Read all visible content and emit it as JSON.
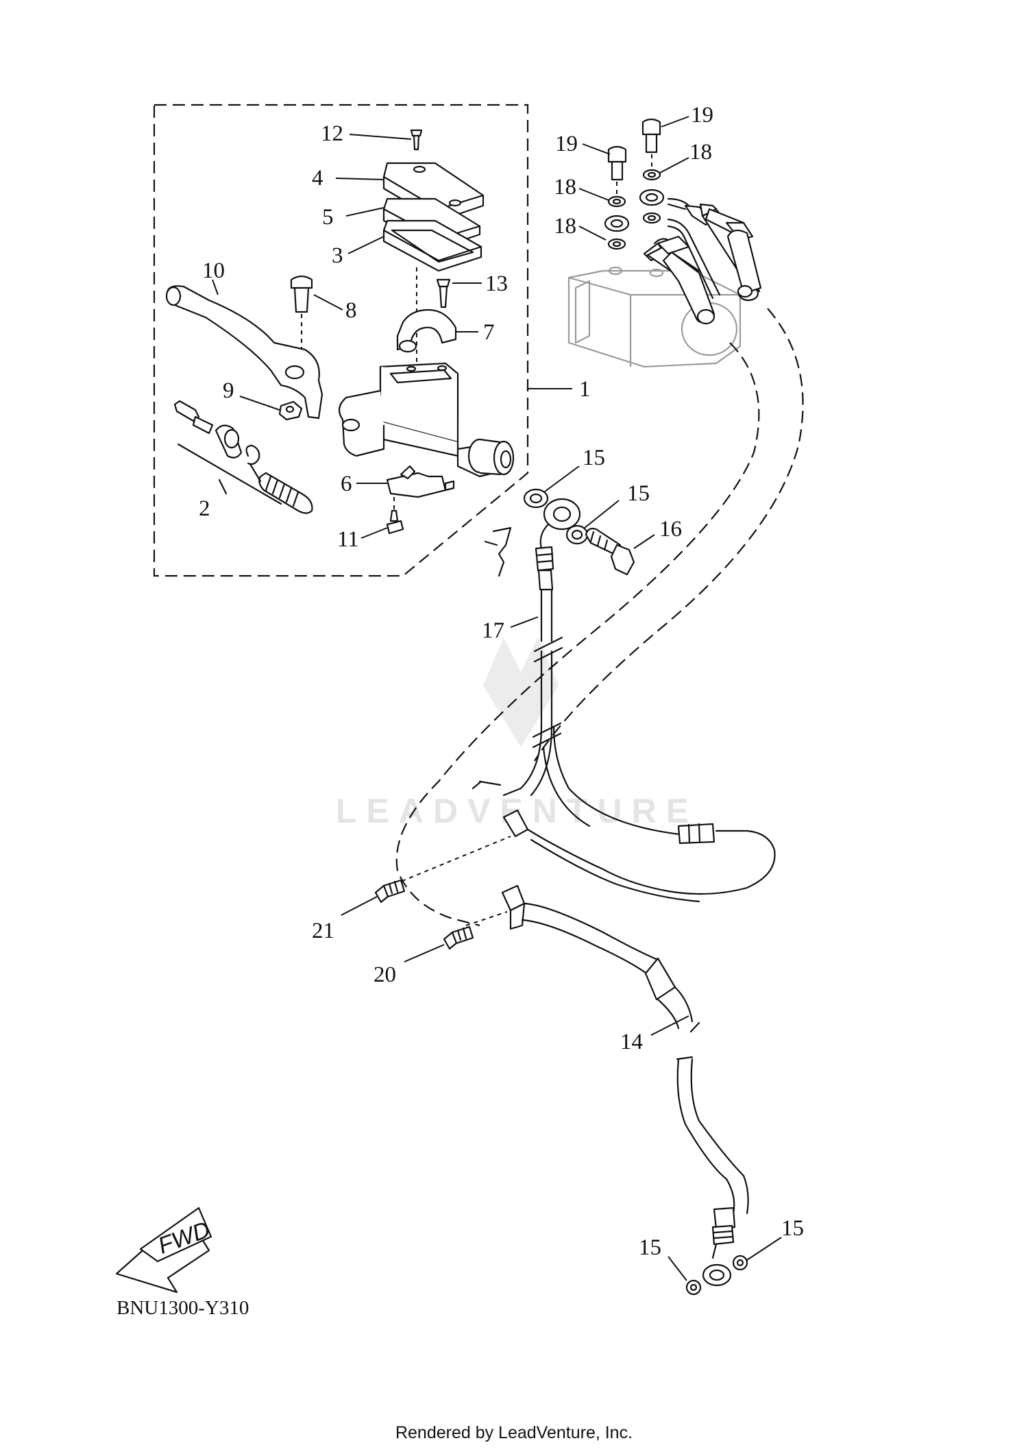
{
  "diagram": {
    "code": "BNU1300-Y310",
    "footer": "Rendered by LeadVenture, Inc.",
    "watermark": "LEADVENTURE",
    "fwd_label": "FWD"
  },
  "callouts": [
    {
      "id": "c1",
      "text": "1"
    },
    {
      "id": "c2",
      "text": "2"
    },
    {
      "id": "c3",
      "text": "3"
    },
    {
      "id": "c4",
      "text": "4"
    },
    {
      "id": "c5",
      "text": "5"
    },
    {
      "id": "c6",
      "text": "6"
    },
    {
      "id": "c7",
      "text": "7"
    },
    {
      "id": "c8",
      "text": "8"
    },
    {
      "id": "c9",
      "text": "9"
    },
    {
      "id": "c10",
      "text": "10"
    },
    {
      "id": "c11",
      "text": "11"
    },
    {
      "id": "c12",
      "text": "12"
    },
    {
      "id": "c13",
      "text": "13"
    },
    {
      "id": "c14",
      "text": "14"
    },
    {
      "id": "c15a",
      "text": "15"
    },
    {
      "id": "c15b",
      "text": "15"
    },
    {
      "id": "c15c",
      "text": "15"
    },
    {
      "id": "c15d",
      "text": "15"
    },
    {
      "id": "c16",
      "text": "16"
    },
    {
      "id": "c17",
      "text": "17"
    },
    {
      "id": "c18a",
      "text": "18"
    },
    {
      "id": "c18b",
      "text": "18"
    },
    {
      "id": "c18c",
      "text": "18"
    },
    {
      "id": "c19a",
      "text": "19"
    },
    {
      "id": "c19b",
      "text": "19"
    },
    {
      "id": "c20",
      "text": "20"
    },
    {
      "id": "c21",
      "text": "21"
    }
  ]
}
